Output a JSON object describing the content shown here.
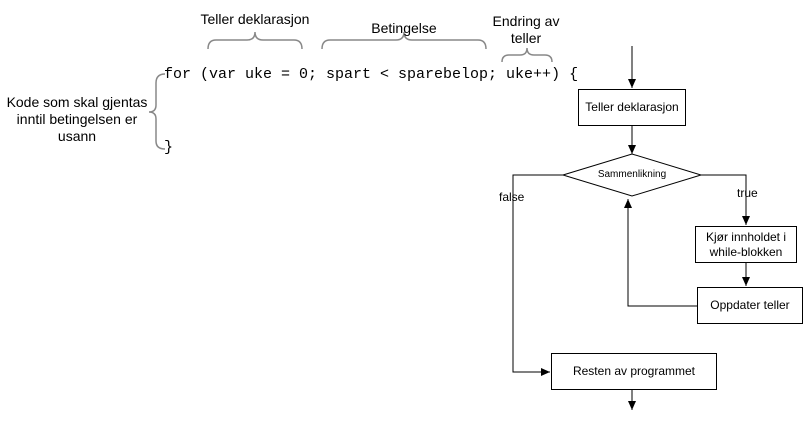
{
  "annotations": {
    "counter_decl": "Teller deklarasjon",
    "condition": "Betingelse",
    "counter_change": "Endring av teller",
    "body_note": "Kode som skal gjentas inntil betingelsen er usann"
  },
  "code": {
    "for_line": "for (var uke = 0; spart < sparebelop; uke++) {",
    "close_brace": "}"
  },
  "flowchart": {
    "box_counter": "Teller deklarasjon",
    "decision": "Sammenlikning",
    "label_true": "true",
    "label_false": "false",
    "box_body": "Kjør innholdet i while-blokken",
    "box_update": "Oppdater teller",
    "box_rest": "Resten av programmet"
  }
}
